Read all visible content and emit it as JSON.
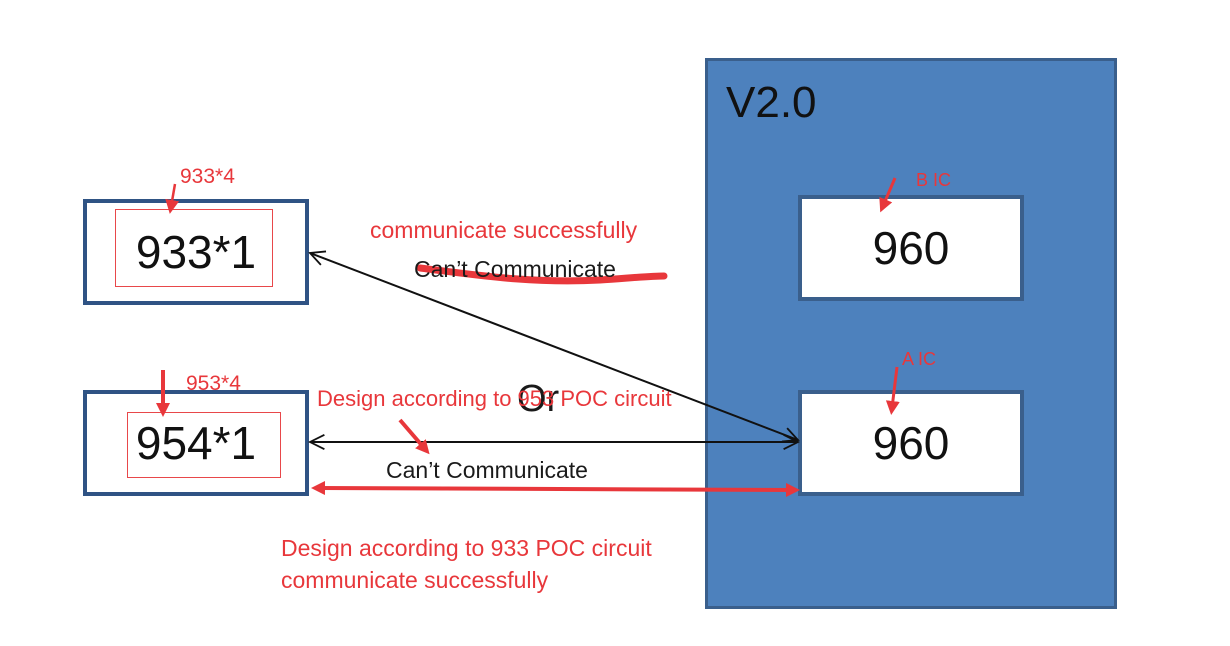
{
  "panel": {
    "title": "V2.0"
  },
  "ics": [
    {
      "tag": "B IC",
      "value": "960"
    },
    {
      "tag": "A IC",
      "value": "960"
    }
  ],
  "left_boxes": [
    {
      "tag": "933*4",
      "value": "933*1"
    },
    {
      "tag": "953*4",
      "value": "954*1"
    }
  ],
  "labels": {
    "top_success": "communicate successfully",
    "top_fail": "Can’t Communicate",
    "or": "Or",
    "design_953": "Design according to 953 POC circuit",
    "mid_fail": "Can’t Communicate",
    "design_933": "Design according to 933 POC circuit",
    "bottom_success": "communicate successfully"
  },
  "colors": {
    "panel": "#4d81bd",
    "border": "#2f5384",
    "annotation": "#e8373b"
  }
}
